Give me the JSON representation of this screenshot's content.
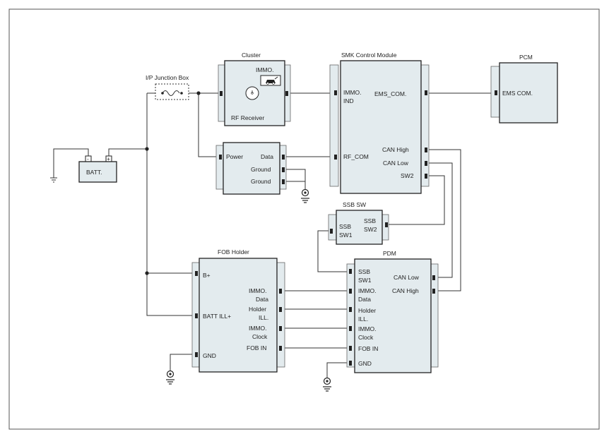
{
  "components": {
    "cluster": {
      "title": "Cluster",
      "immo_label": "IMMO."
    },
    "ipjb": {
      "title": "I/P Junction Box"
    },
    "smk": {
      "title": "SMK Control Module",
      "immo_ind_1": "IMMO.",
      "immo_ind_2": "IND",
      "ems_com": "EMS_COM.",
      "rf_com": "RF_COM",
      "can_high": "CAN High",
      "can_low": "CAN Low",
      "sw2": "SW2"
    },
    "pcm": {
      "title": "PCM",
      "ems_com": "EMS COM."
    },
    "batt": {
      "label": "BATT.",
      "neg": "-",
      "pos": "+"
    },
    "rf": {
      "title": "RF Receiver",
      "power": "Power",
      "data": "Data",
      "ground1": "Ground",
      "ground2": "Ground"
    },
    "ssb": {
      "title": "SSB SW",
      "sw1_1": "SSB",
      "sw1_2": "SW1",
      "sw2_1": "SSB",
      "sw2_2": "SW2"
    },
    "fob": {
      "title": "FOB Holder",
      "bplus": "B+",
      "batt_ill": "BATT ILL+",
      "gnd": "GND",
      "immo_data_1": "IMMO.",
      "immo_data_2": "Data",
      "holder_ill_1": "Holder",
      "holder_ill_2": "ILL.",
      "immo_clock_1": "IMMO.",
      "immo_clock_2": "Clock",
      "fob_in": "FOB IN"
    },
    "pdm": {
      "title": "PDM",
      "ssb_sw1_1": "SSB",
      "ssb_sw1_2": "SW1",
      "immo_data_1": "IMMO.",
      "immo_data_2": "Data",
      "holder_ill_1": "Holder",
      "holder_ill_2": "ILL.",
      "immo_clock_1": "IMMO.",
      "immo_clock_2": "Clock",
      "fob_in": "FOB IN",
      "gnd": "GND",
      "can_low": "CAN Low",
      "can_high": "CAN High"
    }
  },
  "colors": {
    "module_fill": "#e3ebee",
    "line": "#333333"
  }
}
